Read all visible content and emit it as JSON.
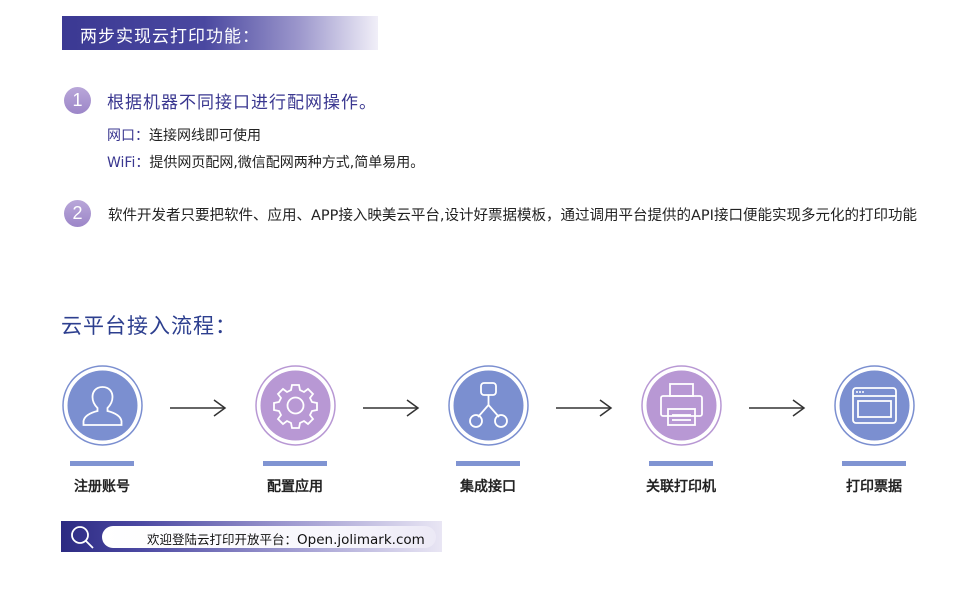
{
  "header": {
    "title": "两步实现云打印功能："
  },
  "step1": {
    "number": "1",
    "title": "根据机器不同接口进行配网操作。",
    "lines": [
      {
        "key": "网口：",
        "text": "连接网线即可使用"
      },
      {
        "key": "WiFi：",
        "text": "提供网页配网,微信配网两种方式,简单易用。"
      }
    ]
  },
  "step2": {
    "number": "2",
    "text": "软件开发者只要把软件、应用、APP接入映美云平台,设计好票据模板，通过调用平台提供的API接口便能实现多元化的打印功能"
  },
  "section": {
    "title": "云平台接入流程："
  },
  "flow": [
    {
      "label": "注册账号",
      "icon": "user-icon",
      "color": "#7b8fd0"
    },
    {
      "label": "配置应用",
      "icon": "gear-icon",
      "color": "#b898d4"
    },
    {
      "label": "集成接口",
      "icon": "flowchart-icon",
      "color": "#7b8fd0"
    },
    {
      "label": "关联打印机",
      "icon": "printer-icon",
      "color": "#b898d4"
    },
    {
      "label": "打印票据",
      "icon": "browser-window-icon",
      "color": "#7b8fd0"
    }
  ],
  "footer": {
    "prefix": "欢迎登陆云打印开放平台：",
    "url": "Open.jolimark.com"
  }
}
